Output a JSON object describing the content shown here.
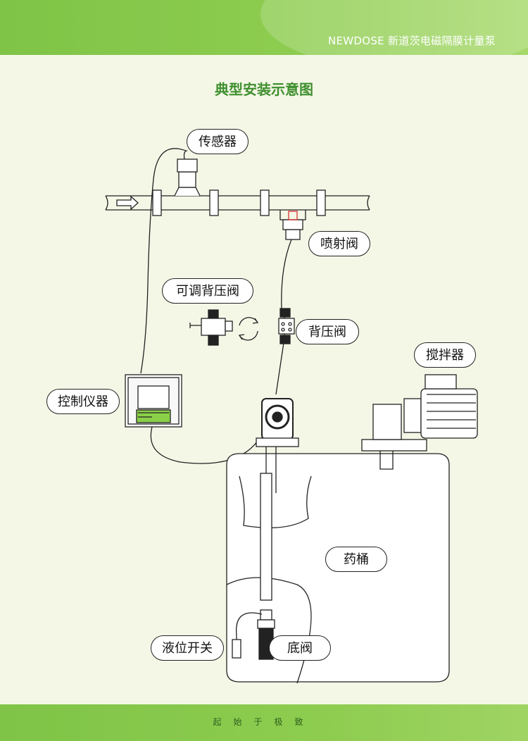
{
  "header": {
    "brand_title": "NEWDOSE 新道茨电磁隔膜计量泵"
  },
  "page_title": "典型安装示意图",
  "labels": {
    "sensor": "传感器",
    "injection_valve": "喷射阀",
    "adjustable_back_pressure_valve": "可调背压阀",
    "back_pressure_valve": "背压阀",
    "mixer": "搅拌器",
    "controller": "控制仪器",
    "tank": "药桶",
    "level_switch": "液位开关",
    "foot_valve": "底阀"
  },
  "footer": {
    "motto": "起始于极致"
  },
  "colors": {
    "brand_green": "#8dcc4f",
    "title_green": "#3f8f2e",
    "background": "#f4f7e6",
    "line": "#222222"
  }
}
